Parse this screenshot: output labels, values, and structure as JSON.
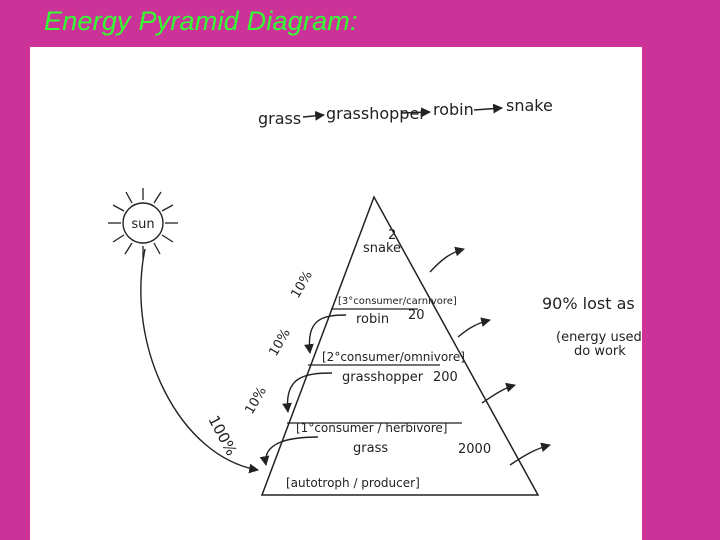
{
  "slide": {
    "title": "Energy Pyramid Diagram:"
  },
  "colors": {
    "background": "#cc3399",
    "title": "#33ff33",
    "panel": "#ffffff",
    "ink": "#222222"
  },
  "food_chain": [
    "grass",
    "grasshopper",
    "robin",
    "snake"
  ],
  "sun": {
    "label": "sun"
  },
  "sun_transfer": "100%",
  "pyramid": {
    "levels": [
      {
        "role": "",
        "organism": "snake",
        "energy": "2"
      },
      {
        "role": "[3°consumer/carnivore]",
        "organism": "robin",
        "energy": "20"
      },
      {
        "role": "[2°consumer/omnivore]",
        "organism": "grasshopper",
        "energy": "200"
      },
      {
        "role": "[1°consumer / herbivore]",
        "organism": "grass",
        "energy": "2000"
      },
      {
        "role": "[autotroph / producer]",
        "organism": "",
        "energy": ""
      }
    ],
    "transfer_labels": [
      "10%",
      "10%",
      "10%"
    ]
  },
  "loss_note": {
    "line1": "90% lost as",
    "line2": "(energy used",
    "line3": "do work"
  }
}
